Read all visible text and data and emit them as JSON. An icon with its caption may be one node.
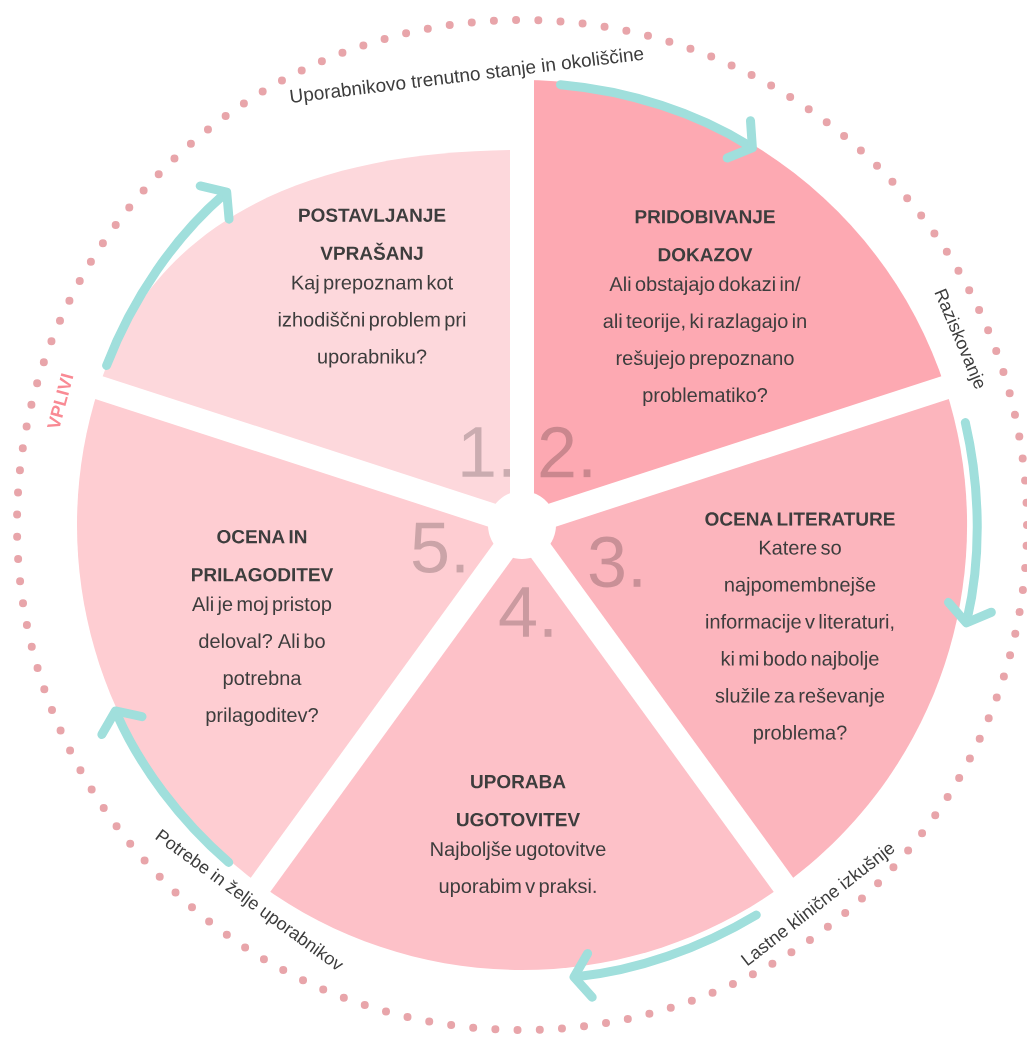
{
  "diagram": {
    "nodes": [
      {
        "text": [
          "POSTAVLJANJE VPRAŠANJ",
          "Kaj prepoznam kot izhodiščni problem pri uporabniku?",
          "1."
        ]
      },
      {
        "text": [
          "PRIDOBIVANJE DOKAZOV",
          "Ali obstajajo dokazi in/ ali teorije, ki razlagajo in rešujejo prepoznano problematiko?",
          "2."
        ]
      },
      {
        "text": [
          "OCENA LITERATURE",
          "3.",
          "Katere so najpomembnejše informacije v literaturi, ki mi bodo najbolje služile za reševanje problema?"
        ]
      },
      {
        "text": [
          "4.",
          "UPORABA UGOTOVITEV",
          "Najboljše ugotovitve uporabim v praksi."
        ]
      },
      {
        "text": [
          "OCENA IN PRILAGODITEV",
          "5.",
          "Ali je moj pristop deloval? Ali bo potrebna prilagoditev?"
        ]
      }
    ],
    "labels": [
      "Uporabnikovo trenutno stanje in okoliščine",
      "VPLIVI",
      "Raziskovanje",
      "Lastne klinične izkušnje",
      "Potrebe in želje uporabnikov"
    ]
  }
}
